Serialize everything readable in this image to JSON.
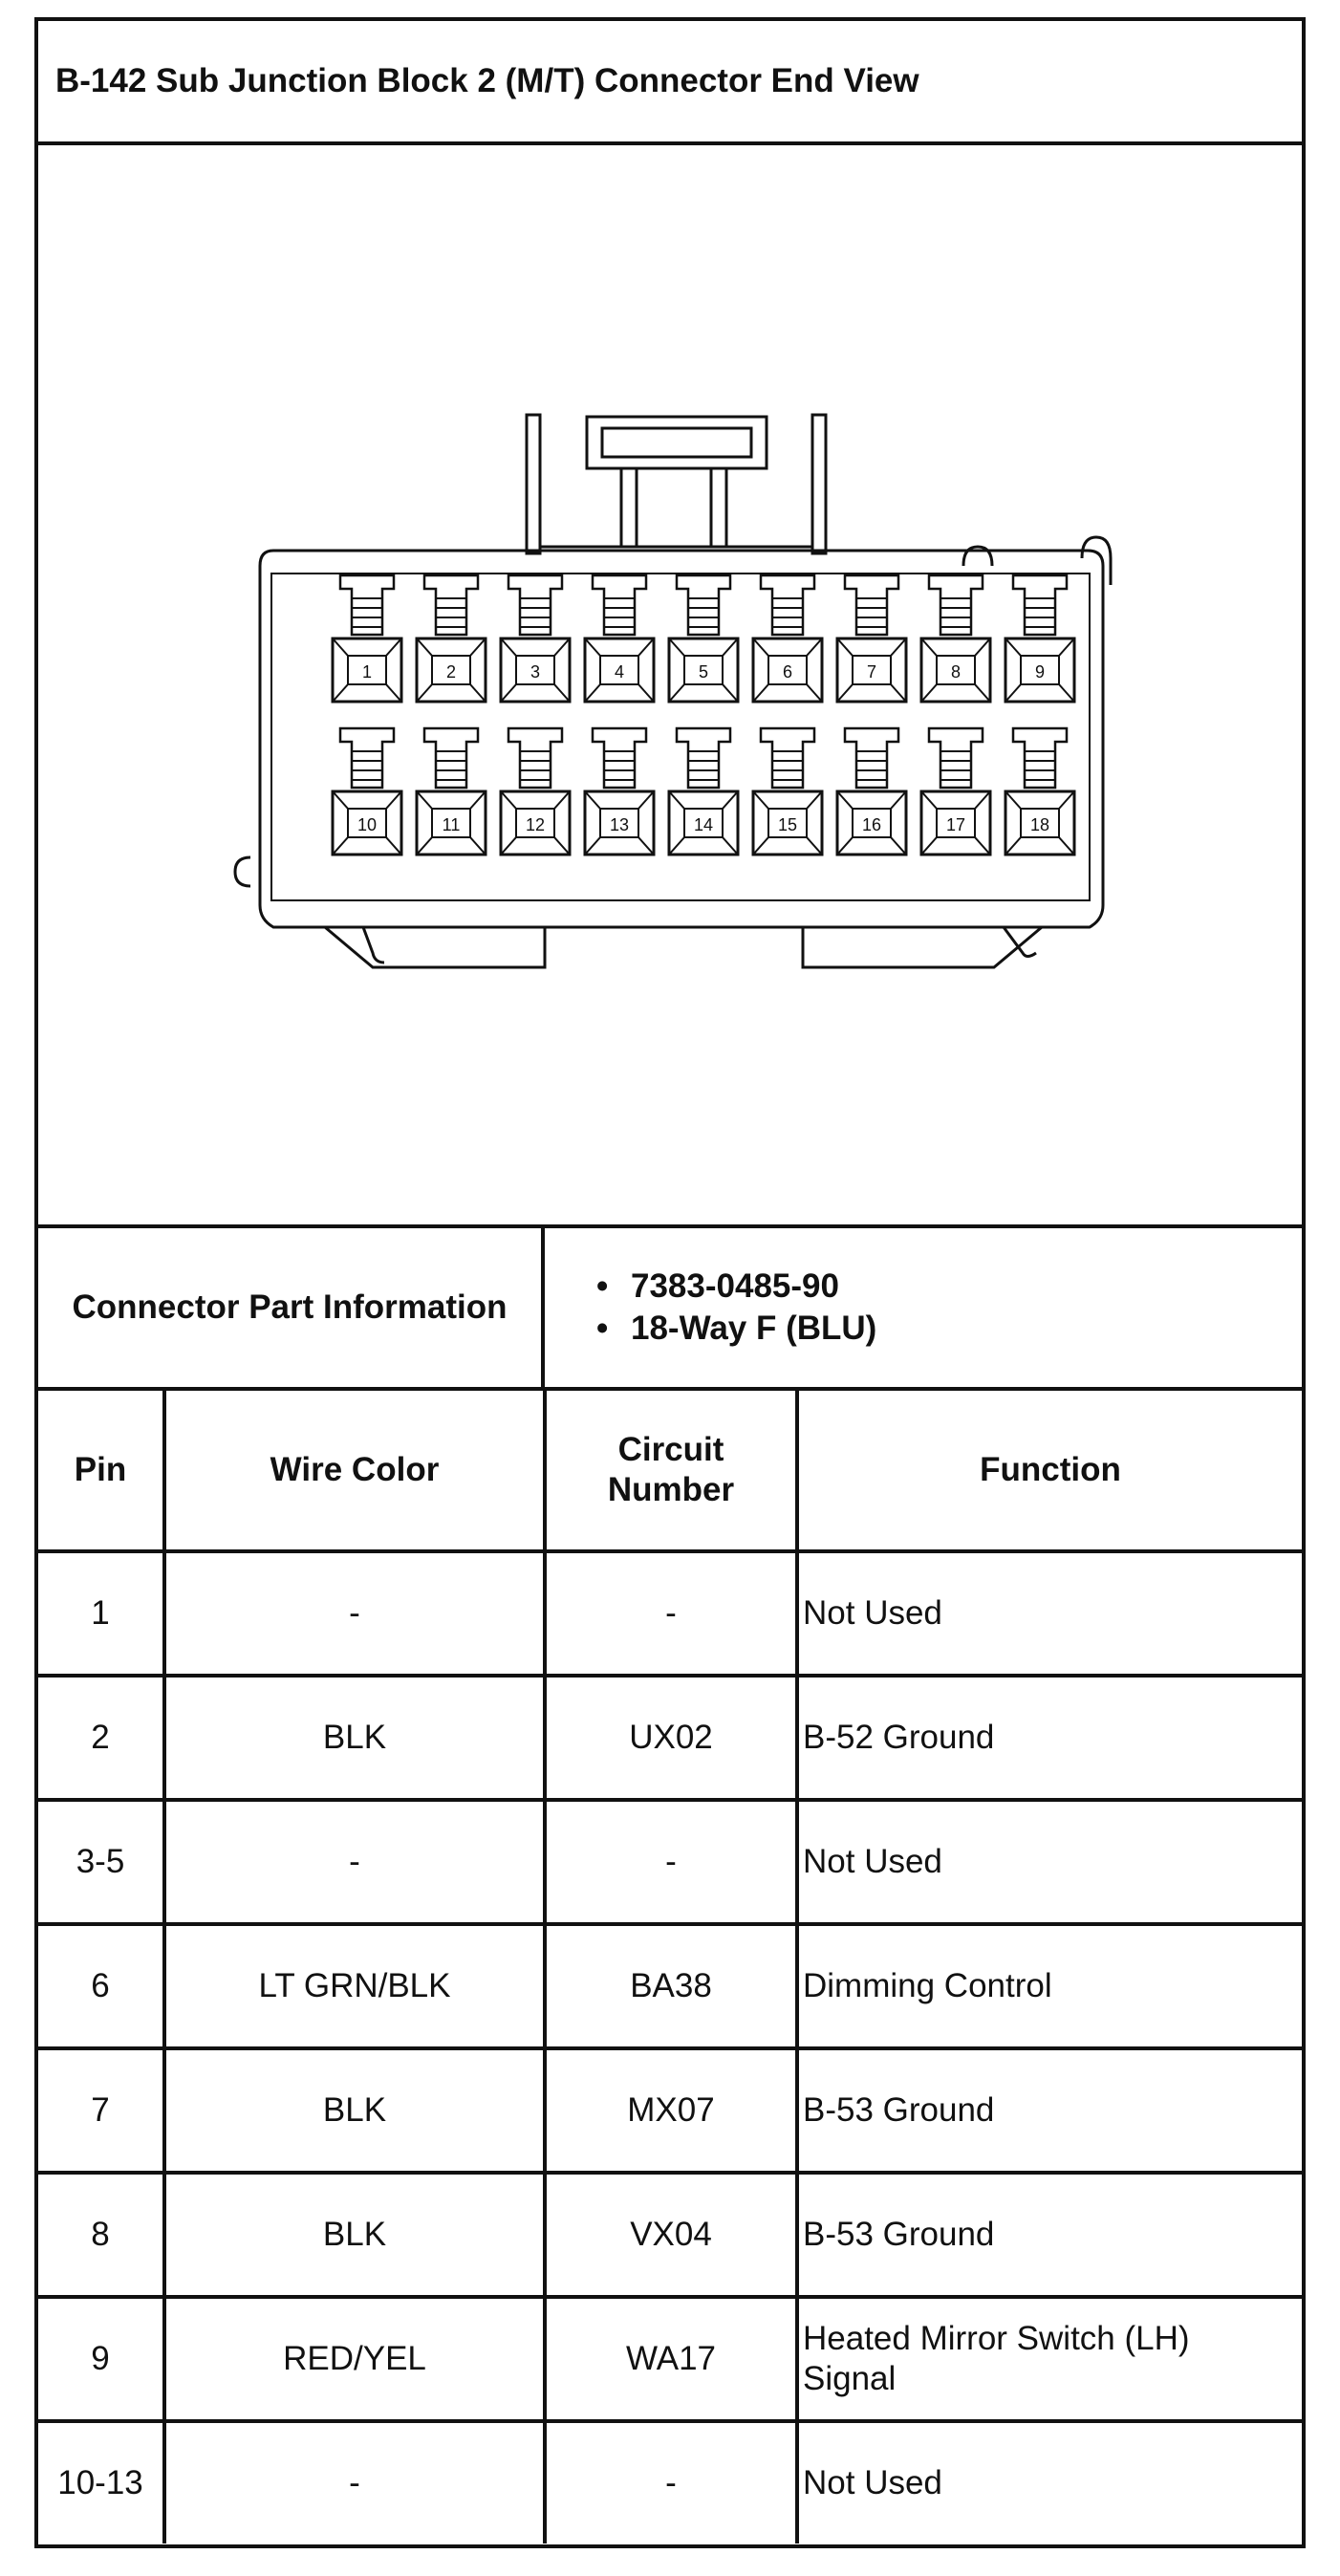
{
  "title": "B-142 Sub Junction Block 2 (M/T) Connector End View",
  "connector_diagram": {
    "top_row_pins": [
      "1",
      "2",
      "3",
      "4",
      "5",
      "6",
      "7",
      "8",
      "9"
    ],
    "bottom_row_pins": [
      "10",
      "11",
      "12",
      "13",
      "14",
      "15",
      "16",
      "17",
      "18"
    ]
  },
  "part_info": {
    "label": "Connector Part Information",
    "items": [
      "7383-0485-90",
      "18-Way F (BLU)"
    ]
  },
  "table": {
    "headers": {
      "pin": "Pin",
      "wire_color": "Wire Color",
      "circuit_line1": "Circuit",
      "circuit_line2": "Number",
      "function": "Function"
    },
    "rows": [
      {
        "pin": "1",
        "wire": "-",
        "circuit": "-",
        "function": "Not Used"
      },
      {
        "pin": "2",
        "wire": "BLK",
        "circuit": "UX02",
        "function": "B-52 Ground"
      },
      {
        "pin": "3-5",
        "wire": "-",
        "circuit": "-",
        "function": "Not Used"
      },
      {
        "pin": "6",
        "wire": "LT GRN/BLK",
        "circuit": "BA38",
        "function": "Dimming Control"
      },
      {
        "pin": "7",
        "wire": "BLK",
        "circuit": "MX07",
        "function": "B-53 Ground"
      },
      {
        "pin": "8",
        "wire": "BLK",
        "circuit": "VX04",
        "function": "B-53 Ground"
      },
      {
        "pin": "9",
        "wire": "RED/YEL",
        "circuit": "WA17",
        "function_line1": "Heated Mirror Switch (LH)",
        "function_line2": "Signal"
      },
      {
        "pin": "10-13",
        "wire": "-",
        "circuit": "-",
        "function": "Not Used"
      }
    ]
  }
}
